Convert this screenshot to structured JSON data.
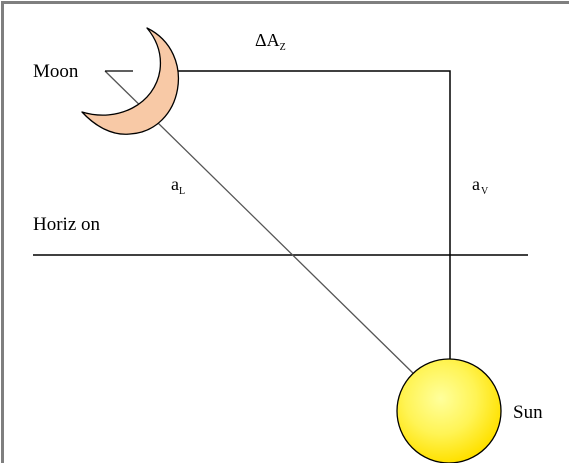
{
  "labels": {
    "moon": "Moon",
    "horizon": "Horiz on",
    "sun": "Sun",
    "delta_azimuth": "ΔA",
    "delta_azimuth_sub": "Z",
    "arc_light": "a",
    "arc_light_sub": "L",
    "arc_vision": "a",
    "arc_vision_sub": "V"
  },
  "colors": {
    "frame": "#7f7f7f",
    "line": "#000000",
    "diagonal": "#555555",
    "moon_fill": "#f8c9a6",
    "sun_center": "#ffff8a",
    "sun_edge": "#ffe800"
  }
}
